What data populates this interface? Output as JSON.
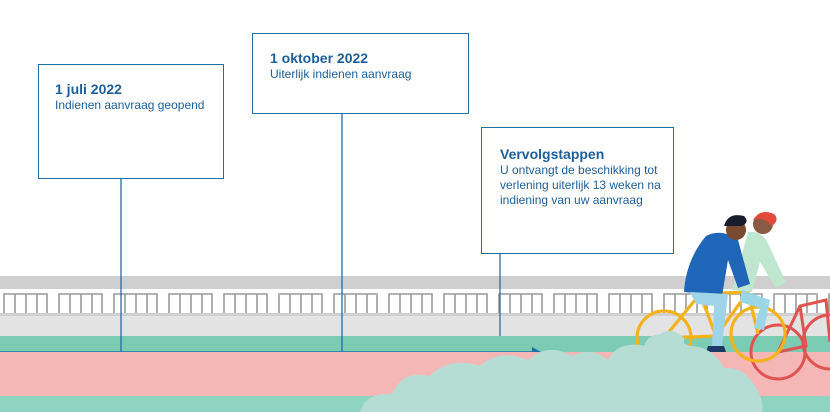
{
  "milestones": [
    {
      "title": "1 juli 2022",
      "description": "Indienen aanvraag geopend"
    },
    {
      "title": "1 oktober 2022",
      "description": "Uiterlijk indienen aanvraag"
    },
    {
      "title": "Vervolgstappen",
      "description": "U ontvangt de beschikking tot verlening uiterlijk 13 weken na indiening van uw aanvraag"
    }
  ],
  "colors": {
    "accent": "#1f6fa8",
    "text": "#1d5f99",
    "timeline_green": "#7ccbb3",
    "road_pink": "#f5b6b6",
    "bridge_gray": "#d1d1d1",
    "bush": "#b6ddd4"
  },
  "icons": [
    "arrow-head-icon",
    "bicycle-icon",
    "cyclist-icon"
  ]
}
